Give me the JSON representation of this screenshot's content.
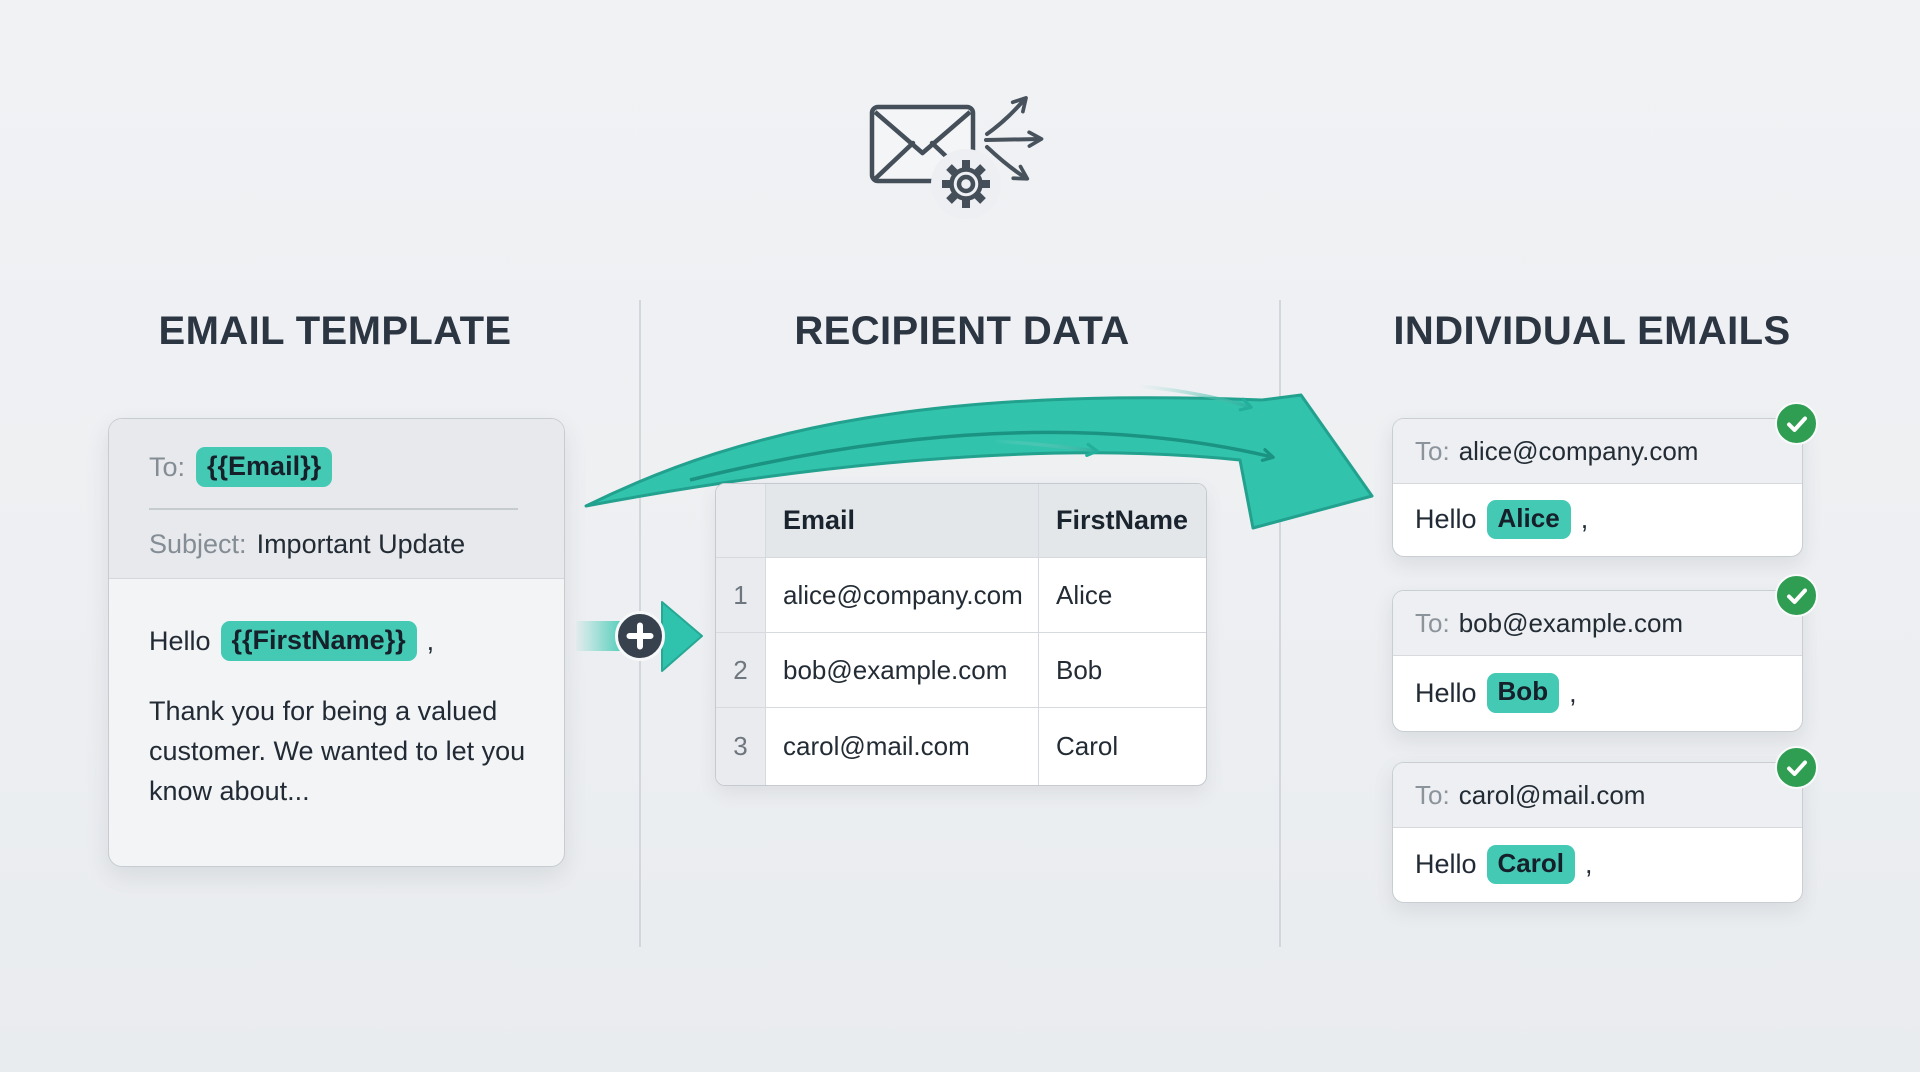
{
  "palette": {
    "background": "#edeff2",
    "heading_ink": "#2c3642",
    "accent_teal": "#35c4ae",
    "accent_teal_dark": "#1f9e8c",
    "highlight_chip": "#44c9b4",
    "success_green": "#2f9e52",
    "muted_label": "#858e96",
    "dark_text": "#222b35",
    "connector_circle": "#38424e"
  },
  "icons": {
    "hero": "envelope-gear-send-icon",
    "merge_arrow": "merge-arrow-icon",
    "plus_connector": "plus-icon",
    "success": "check-icon"
  },
  "sections": {
    "template": {
      "title": "EMAIL TEMPLATE",
      "card": {
        "to_label": "To:",
        "to_value": "{{Email}}",
        "subject_label": "Subject:",
        "subject_value": "Important Update",
        "greeting_prefix": "Hello",
        "greeting_variable": "{{FirstName}}",
        "greeting_suffix": ",",
        "body_text": "Thank you for being a valued customer. We wanted to let you know about..."
      }
    },
    "recipients": {
      "title": "RECIPIENT DATA",
      "table": {
        "headers": [
          "Email",
          "FirstName"
        ],
        "rows": [
          {
            "num": "1",
            "email": "alice@company.com",
            "first_name": "Alice"
          },
          {
            "num": "2",
            "email": "bob@example.com",
            "first_name": "Bob"
          },
          {
            "num": "3",
            "email": "carol@mail.com",
            "first_name": "Carol"
          }
        ]
      }
    },
    "individual": {
      "title": "INDIVIDUAL EMAILS",
      "emails": [
        {
          "to_label": "To:",
          "to_value": "alice@company.com",
          "greeting_prefix": "Hello",
          "greeting_name": "Alice",
          "greeting_suffix": ","
        },
        {
          "to_label": "To:",
          "to_value": "bob@example.com",
          "greeting_prefix": "Hello",
          "greeting_name": "Bob",
          "greeting_suffix": ","
        },
        {
          "to_label": "To:",
          "to_value": "carol@mail.com",
          "greeting_prefix": "Hello",
          "greeting_name": "Carol",
          "greeting_suffix": ","
        }
      ]
    }
  }
}
